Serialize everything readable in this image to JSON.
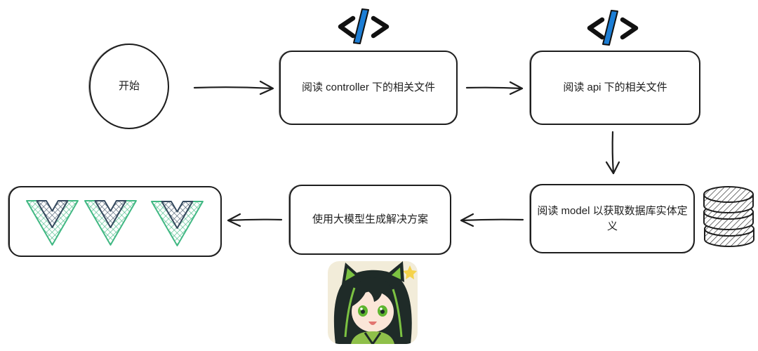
{
  "nodes": {
    "start": {
      "label": "开始"
    },
    "read_controller": {
      "label": "阅读 controller 下的相关文件",
      "icon": "code-icon"
    },
    "read_api": {
      "label": "阅读 api 下的相关文件",
      "icon": "code-icon"
    },
    "read_model": {
      "label": "阅读 model 以获取数据库实体定义",
      "icon": "database-icon"
    },
    "generate_solution": {
      "label": "使用大模型生成解决方案",
      "icon": "avatar-image"
    },
    "output": {
      "icons": [
        "vue-logo",
        "vue-logo",
        "vue-logo"
      ]
    }
  },
  "colors": {
    "stroke": "#1e1e1e",
    "code_slash": "#1c7ed6",
    "vue_green": "#41b883",
    "vue_dark": "#35495e"
  }
}
